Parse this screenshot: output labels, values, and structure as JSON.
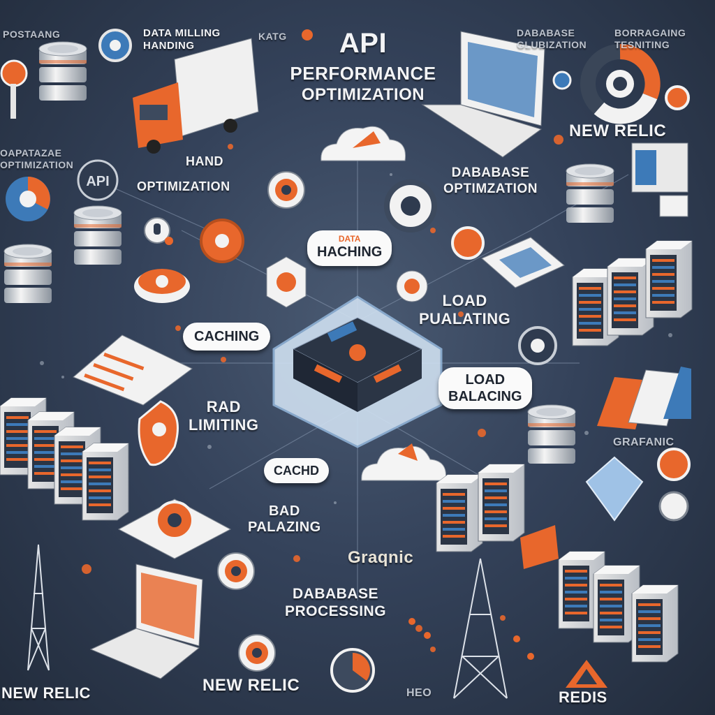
{
  "title": {
    "line1": "API",
    "line2": "PERFORMANCE",
    "line3": "OPTIMIZATION"
  },
  "labels": {
    "top_left": "POSTAANG",
    "data_handling": "DATA MILLING",
    "data_handling_2": "HANDING",
    "katg": "KATG",
    "database_global": "DABABASE",
    "database_global_2": "GLUBIZATION",
    "borrowing": "BORRAGAING",
    "borrowing_2": "TESNITING",
    "new_relic_top": "NEW RELIC",
    "left_opt": "OAPATAZAE",
    "left_opt_2": "OPTIMIZATION",
    "hand_opt": "HAND",
    "hand_opt_2": "OPTIMIZATION",
    "database_opt": "DABABASE",
    "database_opt_2": "OPTIMZATION",
    "load_pualating": "LOAD",
    "load_pualating_2": "PUALATING",
    "rate_limiting": "RAD",
    "rate_limiting_2": "LIMITING",
    "grafanic": "GRAFANIC",
    "bad_palazing": "BAD",
    "bad_palazing_2": "PALAZING",
    "graphic": "Graqnic",
    "database_processing": "DABABASE",
    "database_processing_2": "PROCESSING",
    "new_relic_bottom_left": "NEW RELIC",
    "new_relic_bottom_center": "NEW RELIC",
    "heo": "HEO",
    "redis": "REDIS"
  },
  "pills": {
    "haching_top": "DATA",
    "haching": "HACHING",
    "caching": "CACHING",
    "load_balancing": "LOAD",
    "load_balancing_2": "BALACING",
    "cachd": "CACHD"
  },
  "colors": {
    "background": "#2f3b4f",
    "accent": "#e8672c",
    "panel": "#f2f2f2",
    "blue": "#3d7ab8"
  }
}
